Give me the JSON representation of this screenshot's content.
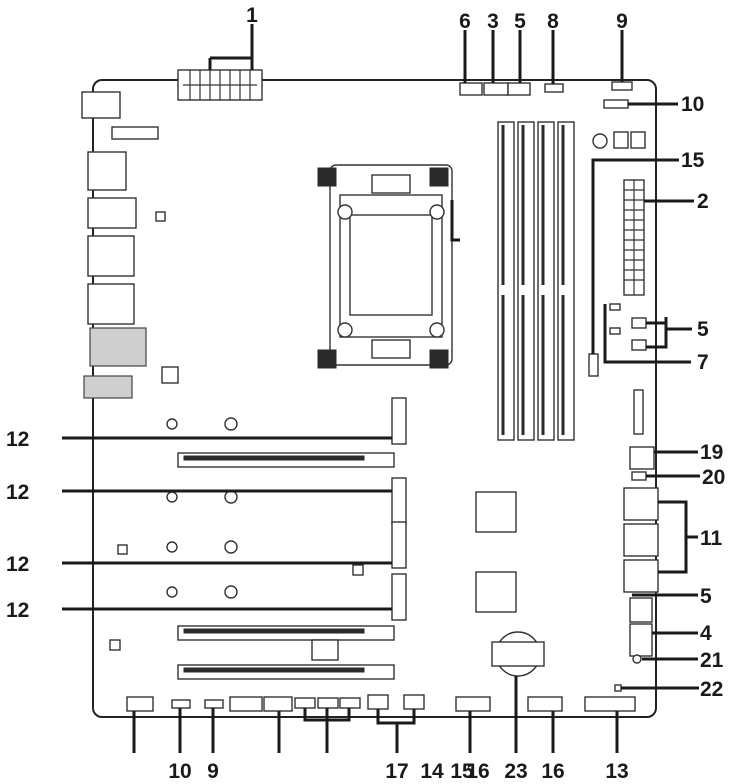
{
  "callouts": {
    "top": [
      "1",
      "6",
      "3",
      "5",
      "8",
      "9"
    ],
    "right": [
      "10",
      "15",
      "2",
      "5",
      "7",
      "19",
      "20",
      "11",
      "5",
      "4",
      "21",
      "22"
    ],
    "left": [
      "12",
      "12",
      "12",
      "12"
    ],
    "bottom": [
      "10",
      "9",
      "17",
      "14",
      "15",
      "16",
      "23",
      "16",
      "13"
    ]
  }
}
